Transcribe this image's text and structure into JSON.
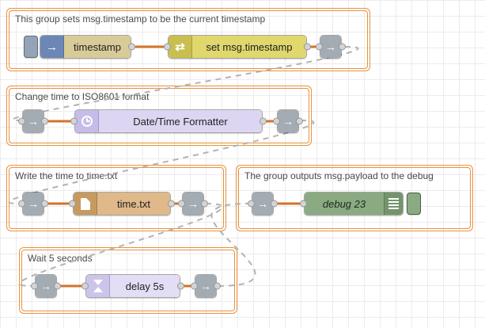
{
  "groups": [
    {
      "label": "This group sets msg.timestamp to be the current timestamp"
    },
    {
      "label": "Change time to ISO8601 format"
    },
    {
      "label": "Write the time to time.txt"
    },
    {
      "label": "The group outputs msg.payload to the debug"
    },
    {
      "label": "Wait 5 seconds"
    }
  ],
  "nodes": {
    "inject": {
      "label": "timestamp"
    },
    "change": {
      "label": "set msg.timestamp"
    },
    "datetime": {
      "label": "Date/Time Formatter"
    },
    "file": {
      "label": "time.txt"
    },
    "debug": {
      "label": "debug 23"
    },
    "delay": {
      "label": "delay 5s"
    }
  },
  "icons": {
    "inject_glyph": "→",
    "change_glyph": "⇄",
    "link_glyph": "→",
    "clock": "clock-icon",
    "file": "file-icon",
    "debug_list": "list-lines-icon",
    "hourglass": "hourglass-icon"
  },
  "colors": {
    "group_border": "#e8923c",
    "wire": "#d4722c",
    "link_wire": "#b3b3b3",
    "inject_body": "#d8cb97",
    "inject_icon": "#6c87b5",
    "change_body": "#e0d76d",
    "datetime_body": "#ddd6f3",
    "file_body": "#dfb98a",
    "debug_body": "#8aab82",
    "delay_body": "#e3def6",
    "link_body": "#a3abb3",
    "grid": "#ececec"
  }
}
